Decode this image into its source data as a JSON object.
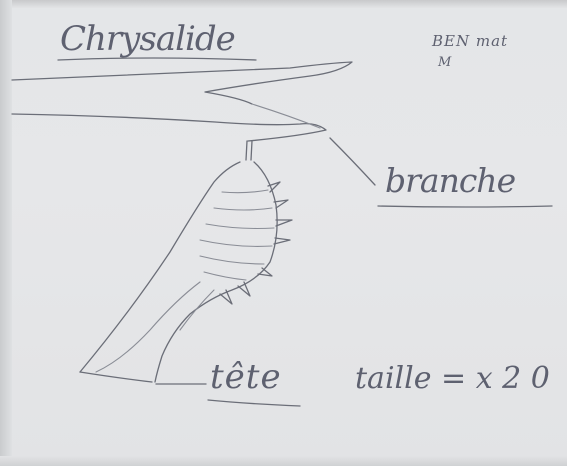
{
  "drawing": {
    "title": "Chrysalide",
    "author_name": "BEN mat",
    "author_sub": "M",
    "labels": {
      "branch": "branche",
      "head": "tête",
      "scale": "taille = x 2 0"
    },
    "colors": {
      "paper": "#e4e6e8",
      "pencil": "#6b6e78"
    }
  }
}
